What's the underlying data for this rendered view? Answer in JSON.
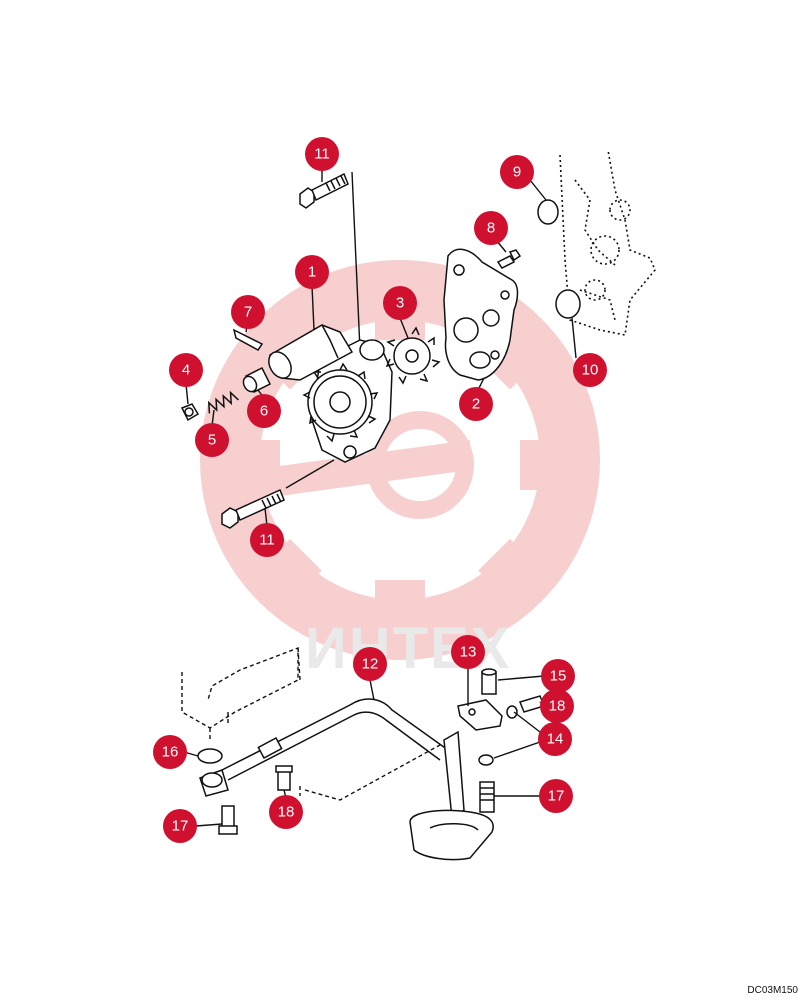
{
  "watermark": {
    "text": "ИНТЕХ",
    "color": "#f4c4c4"
  },
  "drawing_code": "DC03M150",
  "callout_color": "#d0102f",
  "callouts": [
    "11",
    "9",
    "8",
    "1",
    "3",
    "7",
    "2",
    "10",
    "4",
    "6",
    "5",
    "11",
    "12",
    "13",
    "15",
    "18",
    "14",
    "16",
    "17",
    "18",
    "17"
  ]
}
